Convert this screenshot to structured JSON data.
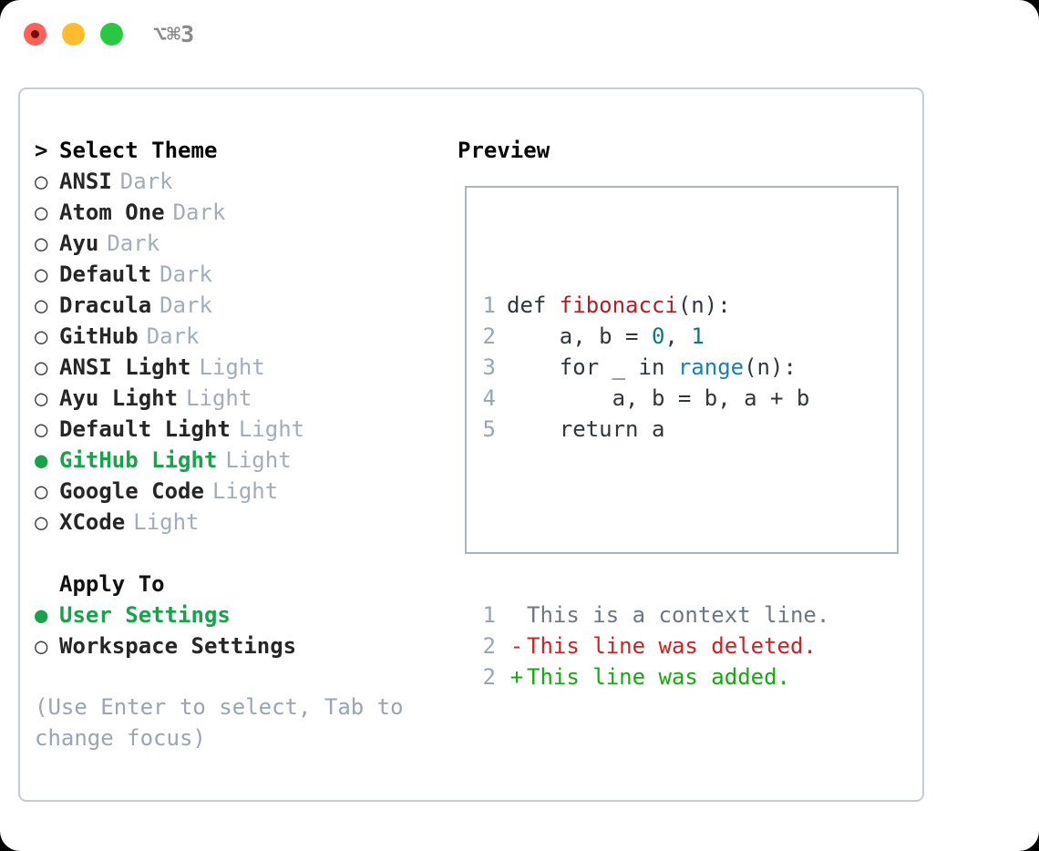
{
  "window": {
    "shortcut": "⌥⌘3",
    "traffic_lights": [
      {
        "name": "close",
        "color": "#ff6159"
      },
      {
        "name": "minimize",
        "color": "#ffbd2e"
      },
      {
        "name": "zoom",
        "color": "#28c840"
      }
    ]
  },
  "colors": {
    "selected_green": "#16a34a",
    "tag_gray": "#a3adb9",
    "hint_gray": "#9aa5b1",
    "panel_border": "#c3cbd6",
    "preview_border": "#a9b4c1",
    "diff_add": "#16a811",
    "diff_del": "#cc2222",
    "diff_ctx": "#6e7781",
    "code_function": "#b31d28",
    "code_number": "#0d7a7a",
    "code_builtin": "#1a7fb5"
  },
  "theme_list": {
    "header_marker": ">",
    "header": "Select Theme",
    "items": [
      {
        "marker": "○",
        "name": "ANSI",
        "tag": "Dark",
        "selected": false
      },
      {
        "marker": "○",
        "name": "Atom One",
        "tag": "Dark",
        "selected": false
      },
      {
        "marker": "○",
        "name": "Ayu",
        "tag": "Dark",
        "selected": false
      },
      {
        "marker": "○",
        "name": "Default",
        "tag": "Dark",
        "selected": false
      },
      {
        "marker": "○",
        "name": "Dracula",
        "tag": "Dark",
        "selected": false
      },
      {
        "marker": "○",
        "name": "GitHub",
        "tag": "Dark",
        "selected": false
      },
      {
        "marker": "○",
        "name": "ANSI Light",
        "tag": "Light",
        "selected": false
      },
      {
        "marker": "○",
        "name": "Ayu Light",
        "tag": "Light",
        "selected": false
      },
      {
        "marker": "○",
        "name": "Default Light",
        "tag": "Light",
        "selected": false
      },
      {
        "marker": "●",
        "name": "GitHub Light",
        "tag": "Light",
        "selected": true
      },
      {
        "marker": "○",
        "name": "Google Code",
        "tag": "Light",
        "selected": false
      },
      {
        "marker": "○",
        "name": "XCode",
        "tag": "Light",
        "selected": false
      }
    ]
  },
  "apply_to": {
    "header": "Apply To",
    "options": [
      {
        "marker": "●",
        "label": "User Settings",
        "selected": true
      },
      {
        "marker": "○",
        "label": "Workspace Settings",
        "selected": false
      }
    ]
  },
  "hint": "(Use Enter to select, Tab to change focus)",
  "preview": {
    "title": "Preview",
    "code_lines": [
      {
        "no": "1",
        "segments": [
          {
            "t": "def ",
            "c": "src"
          },
          {
            "t": "fibonacci",
            "c": "fn"
          },
          {
            "t": "(n):",
            "c": "src"
          }
        ]
      },
      {
        "no": "2",
        "segments": [
          {
            "t": "    a, b = ",
            "c": "src"
          },
          {
            "t": "0",
            "c": "num"
          },
          {
            "t": ", ",
            "c": "src"
          },
          {
            "t": "1",
            "c": "num"
          }
        ]
      },
      {
        "no": "3",
        "segments": [
          {
            "t": "    for _ in ",
            "c": "src"
          },
          {
            "t": "range",
            "c": "bi"
          },
          {
            "t": "(n):",
            "c": "src"
          }
        ]
      },
      {
        "no": "4",
        "segments": [
          {
            "t": "        a, b = b, a + b",
            "c": "src"
          }
        ]
      },
      {
        "no": "5",
        "segments": [
          {
            "t": "    return a",
            "c": "src"
          }
        ]
      }
    ],
    "diff_lines": [
      {
        "no": "1",
        "mark": " ",
        "text": "This is a context line.",
        "kind": "ctx"
      },
      {
        "no": "2",
        "mark": "-",
        "text": "This line was deleted.",
        "kind": "del"
      },
      {
        "no": "2",
        "mark": "+",
        "text": "This line was added.",
        "kind": "add"
      }
    ]
  }
}
